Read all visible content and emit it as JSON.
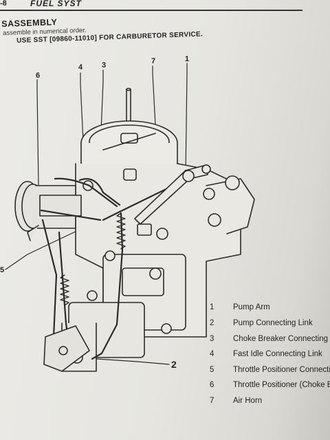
{
  "header": {
    "page_number": "-8",
    "section": "FUEL SYST"
  },
  "title": "SASSEMBLY",
  "subtitle": "assemble in numerical order.",
  "instruction": "USE SST [09860-11010] FOR CARBURETOR SERVICE.",
  "callouts": {
    "c1": "1",
    "c2": "2",
    "c3": "3",
    "c4": "4",
    "c5": "5",
    "c6": "6",
    "c7": "7"
  },
  "legend": [
    {
      "num": "1",
      "label": "Pump Arm"
    },
    {
      "num": "2",
      "label": "Pump Connecting Link"
    },
    {
      "num": "3",
      "label": "Choke Breaker Connecting Lin"
    },
    {
      "num": "4",
      "label": "Fast Idle Connecting Link"
    },
    {
      "num": "5",
      "label": "Throttle Positioner Connectin"
    },
    {
      "num": "6",
      "label": "Throttle Positioner (Choke B"
    },
    {
      "num": "7",
      "label": "Air Horn"
    }
  ]
}
